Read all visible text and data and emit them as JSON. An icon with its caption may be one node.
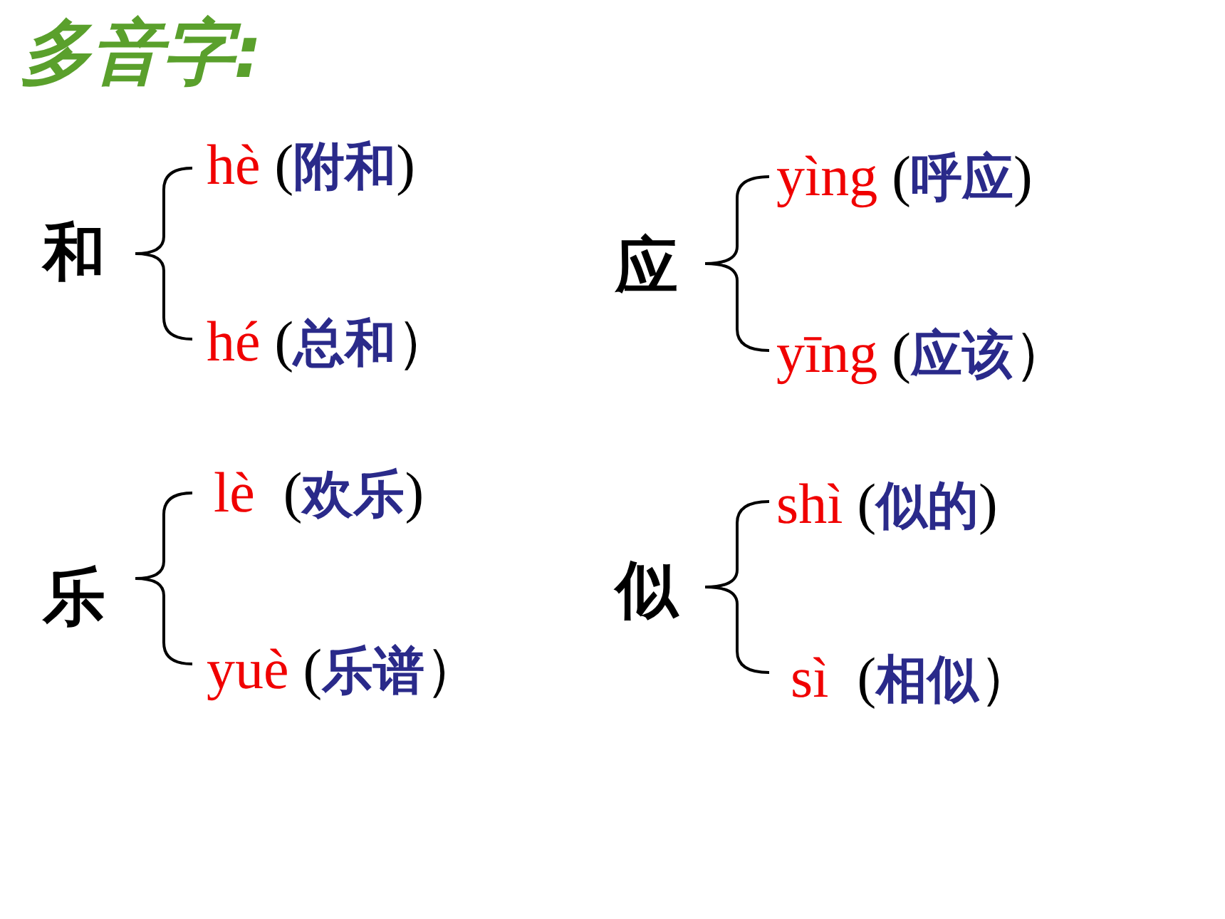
{
  "diagram": {
    "title": "多音字:",
    "labels": [
      "和",
      "hè (附和)",
      "hé (总和）",
      "应",
      "yìng (呼应)",
      "yīng (应该）",
      "乐",
      "lè  (欢乐)",
      "yuè (乐谱）",
      "似",
      "shì (似的)",
      " sì  (相似）"
    ]
  }
}
